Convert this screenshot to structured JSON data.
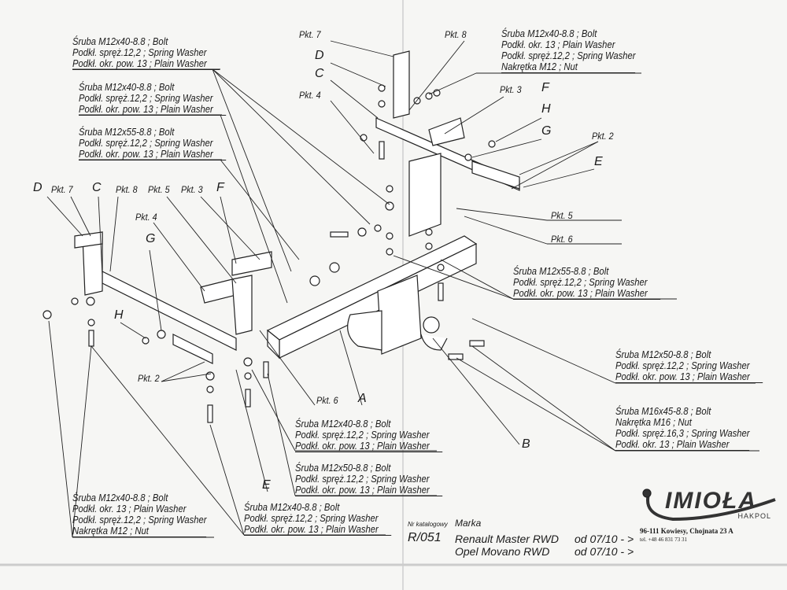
{
  "notes": [
    {
      "lines": [
        "Śruba M12x40-8.8 ;  Bolt",
        "Podkł. spręż.12,2 ; Spring Washer",
        "Podkł. okr. pow. 13 ; Plain Washer"
      ]
    },
    {
      "lines": [
        "Śruba M12x40-8.8 ;  Bolt",
        "Podkł. spręż.12,2 ; Spring Washer",
        "Podkł. okr. pow. 13 ; Plain Washer"
      ]
    },
    {
      "lines": [
        "Śruba M12x55-8.8 ;  Bolt",
        "Podkł. spręż.12,2 ; Spring Washer",
        "Podkł. okr. pow. 13 ; Plain Washer"
      ]
    },
    {
      "lines": [
        "Śruba M12x40-8.8 ;  Bolt",
        "Podkł. okr. 13 ; Plain Washer",
        "Podkł. spręż.12,2 ; Spring Washer",
        "Nakrętka  M12 ; Nut"
      ]
    },
    {
      "lines": [
        "Śruba M12x55-8.8 ;  Bolt",
        "Podkł. spręż.12,2 ; Spring Washer",
        "Podkł. okr. pow. 13 ; Plain Washer"
      ]
    },
    {
      "lines": [
        "Śruba M12x50-8.8 ;  Bolt",
        "Podkł. spręż.12,2 ; Spring Washer",
        "Podkł. okr. pow. 13 ; Plain Washer"
      ]
    },
    {
      "lines": [
        "Śruba M16x45-8.8 ;  Bolt",
        "Nakrętka  M16 ; Nut",
        "Podkł. spręż.16,3 ; Spring Washer",
        "Podkł. okr. 13 ; Plain Washer"
      ]
    },
    {
      "lines": [
        "Śruba M12x40-8.8 ;  Bolt",
        "Podkł. spręż.12,2 ; Spring Washer",
        "Podkł. okr. pow. 13 ; Plain Washer"
      ]
    },
    {
      "lines": [
        "Śruba M12x50-8.8 ;  Bolt",
        "Podkł. spręż.12,2 ; Spring Washer",
        "Podkł. okr. pow. 13 ; Plain Washer"
      ]
    },
    {
      "lines": [
        "Śruba M12x40-8.8 ;  Bolt",
        "Podkł. okr. 13 ; Plain Washer",
        "Podkł. spręż.12,2 ; Spring Washer",
        "Nakrętka  M12 ; Nut"
      ]
    },
    {
      "lines": [
        "Śruba M12x40-8.8 ;  Bolt",
        "Podkł. spręż.12,2 ; Spring Washer",
        "Podkł. okr. pow. 13 ; Plain Washer"
      ]
    }
  ],
  "labels": [
    "Pkt. 7",
    "Pkt. 8",
    "D",
    "C",
    "Pkt. 4",
    "Pkt. 3",
    "F",
    "H",
    "G",
    "Pkt. 2",
    "E",
    "Pkt. 5",
    "Pkt. 6",
    "D",
    "Pkt. 7",
    "C",
    "Pkt. 8",
    "Pkt. 5",
    "Pkt. 3",
    "F",
    "Pkt. 4",
    "G",
    "H",
    "Pkt. 2",
    "Pkt. 6",
    "A",
    "B",
    "E"
  ],
  "footer": {
    "catalog_header": "Nr katalogowy",
    "brand_header": "Marka",
    "catalog_no": "R/051",
    "vehicles": [
      {
        "name": "Renault Master RWD",
        "from": "od  07/10 - >"
      },
      {
        "name": "Opel Movano RWD",
        "from": "od  07/10 - >"
      }
    ]
  },
  "company": {
    "logo": "IMIOŁA",
    "sub": "HAKPOL",
    "address": "96-111 Kowiesy, Chojnata 23 A",
    "phone": "tel. +48 46 831 73 31"
  }
}
